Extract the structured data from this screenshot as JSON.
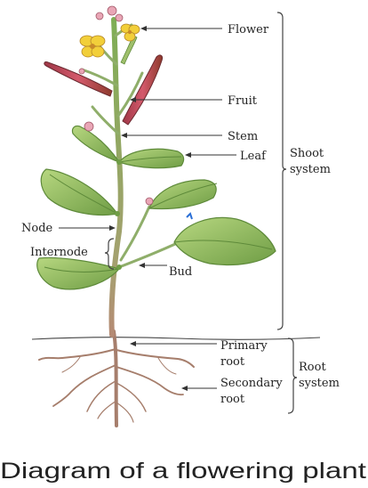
{
  "diagram": {
    "labels": {
      "flower": "Flower",
      "fruit": "Fruit",
      "stem": "Stem",
      "leaf": "Leaf",
      "shoot_line1": "Shoot",
      "shoot_line2": "system",
      "node": "Node",
      "internode": "Internode",
      "bud": "Bud",
      "primary_line1": "Primary",
      "primary_line2": "root",
      "secondary_line1": "Secondary",
      "secondary_line2": "root",
      "root_line1": "Root",
      "root_line2": "system"
    },
    "caption": "Diagram of a flowering plant"
  },
  "colors": {
    "stem": "#8fae6a",
    "leaf": "#9cc268",
    "leaf_dark": "#5e8a3a",
    "root": "#a8806e",
    "petal": "#f2cf3a",
    "fruit": "#c8465a",
    "bud": "#e9a6b6"
  }
}
